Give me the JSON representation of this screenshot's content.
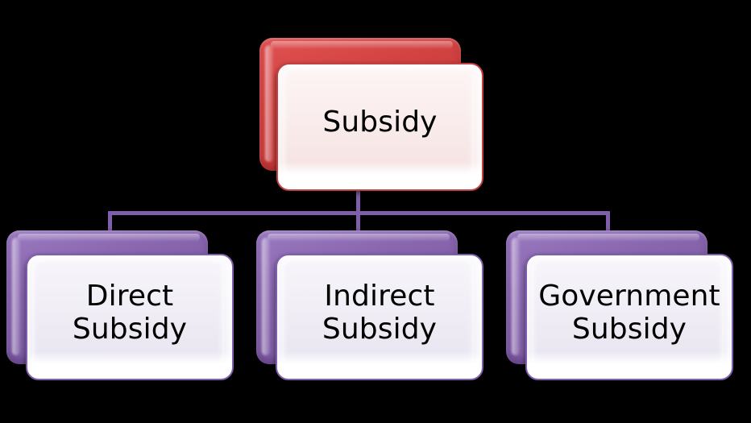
{
  "diagram": {
    "type": "hierarchy-tree",
    "background_color": "#000000",
    "root": {
      "id": "subsidy",
      "label": "Subsidy",
      "accent_color": "#cf4040",
      "fill_color": "#f8ecec"
    },
    "connector": {
      "color": "#7f5fab",
      "style": "elbow"
    },
    "children": [
      {
        "id": "direct-subsidy",
        "label": "Direct\nSubsidy",
        "accent_color": "#7f5fab",
        "fill_color": "#f0eef5"
      },
      {
        "id": "indirect-subsidy",
        "label": "Indirect\nSubsidy",
        "accent_color": "#7f5fab",
        "fill_color": "#f0eef5"
      },
      {
        "id": "government-subsidy",
        "label": "Government\nSubsidy",
        "accent_color": "#7f5fab",
        "fill_color": "#f0eef5"
      }
    ]
  }
}
